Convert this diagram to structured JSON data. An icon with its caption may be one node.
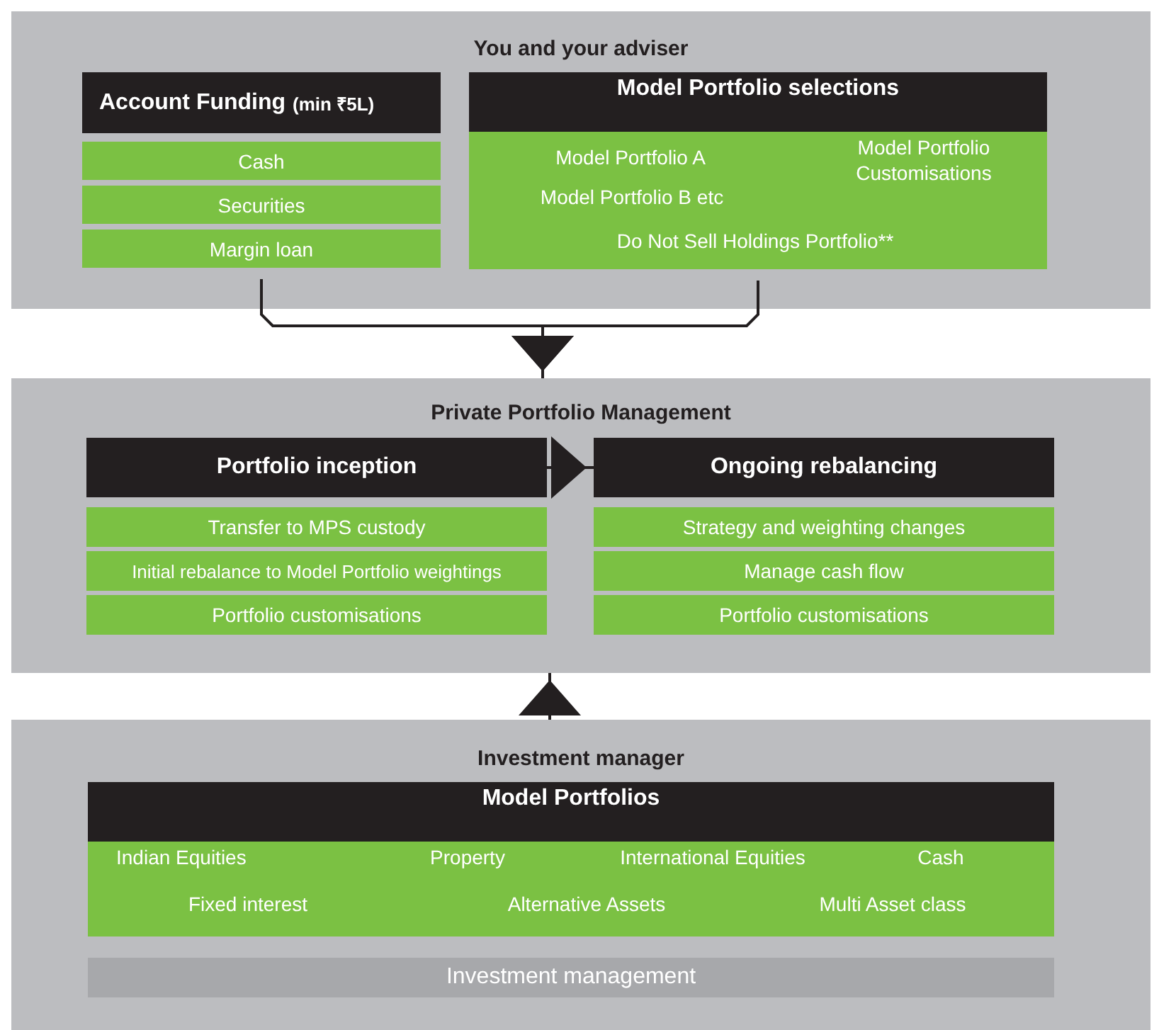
{
  "diagram": {
    "nodes": [
      {
        "text": [
          "You and your adviser"
        ]
      },
      {
        "text": [
          "Account Funding",
          "(min ₹5L)"
        ],
        "in": 0
      },
      {
        "text": [
          "Cash"
        ],
        "in": 0
      },
      {
        "text": [
          "Securities"
        ],
        "in": 0
      },
      {
        "text": [
          "Margin loan"
        ],
        "in": 0
      },
      {
        "text": [
          "Model Portfolio selections"
        ],
        "in": 0
      },
      {
        "text": [
          "Model Portfolio A",
          "Model Portfolio Customisations",
          "Model Portfolio B etc",
          "Do Not Sell Holdings Portfolio**"
        ],
        "in": 0
      },
      {
        "text": [
          "Private Portfolio Management"
        ]
      },
      {
        "text": [
          "Portfolio inception"
        ],
        "in": 7
      },
      {
        "text": [
          "Transfer to MPS custody"
        ],
        "in": 7
      },
      {
        "text": [
          "Initial rebalance to Model Portfolio weightings"
        ],
        "in": 7
      },
      {
        "text": [
          "Portfolio customisations"
        ],
        "in": 7
      },
      {
        "text": [
          "Ongoing rebalancing"
        ],
        "in": 7
      },
      {
        "text": [
          "Strategy and weighting changes"
        ],
        "in": 7
      },
      {
        "text": [
          "Manage cash flow"
        ],
        "in": 7
      },
      {
        "text": [
          "Portfolio customisations"
        ],
        "in": 7
      },
      {
        "text": [
          "Investment manager"
        ]
      },
      {
        "text": [
          "Model Portfolios"
        ],
        "in": 16
      },
      {
        "text": [
          "Indian Equities",
          "Property",
          "International Equities",
          "Cash",
          "Fixed interest",
          "Alternative Assets",
          "Multi Asset class"
        ],
        "in": 16
      },
      {
        "text": [
          "Investment management"
        ],
        "in": 16
      }
    ],
    "edges": [
      {
        "from": 4,
        "to": 7,
        "arrow": "to"
      },
      {
        "from": 6,
        "to": 7,
        "arrow": "to"
      },
      {
        "from": 8,
        "to": 12,
        "arrow": "to"
      },
      {
        "from": 16,
        "to": 7,
        "arrow": "to"
      }
    ]
  }
}
